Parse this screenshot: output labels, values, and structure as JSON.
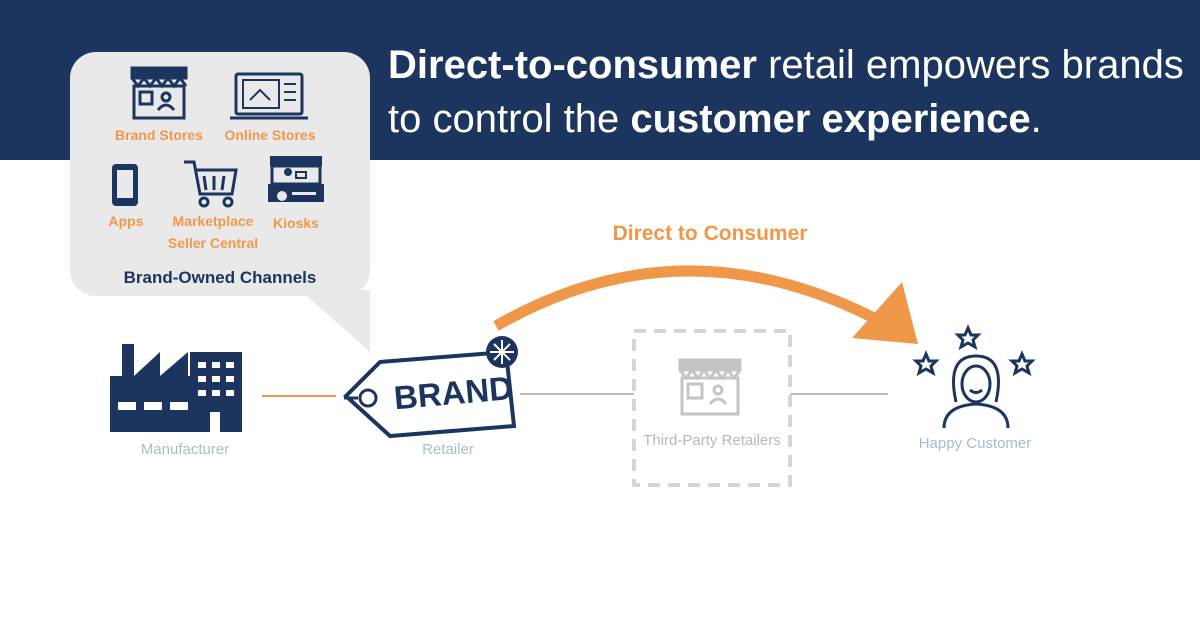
{
  "headline": {
    "part1_bold": "Direct-to-consumer",
    "part2": " retail empowers brands to control the ",
    "part3_bold": "customer experience",
    "part4": "."
  },
  "channels": {
    "brand_stores": "Brand Stores",
    "online_stores": "Online Stores",
    "apps": "Apps",
    "marketplace_line1": "Marketplace",
    "marketplace_line2": "Seller Central",
    "kiosks": "Kiosks",
    "group_title": "Brand-Owned Channels"
  },
  "flow": {
    "dtc_label": "Direct to Consumer",
    "manufacturer": "Manufacturer",
    "retailer": "Retailer",
    "brand_tag_text": "BRAND",
    "third_party": "Third-Party Retailers",
    "customer": "Happy Customer"
  },
  "colors": {
    "navy": "#1b355f",
    "orange": "#f0984a",
    "light_gray": "#e9e9ea",
    "muted_label": "#a7bccc",
    "faded": "#c8c8c8"
  }
}
